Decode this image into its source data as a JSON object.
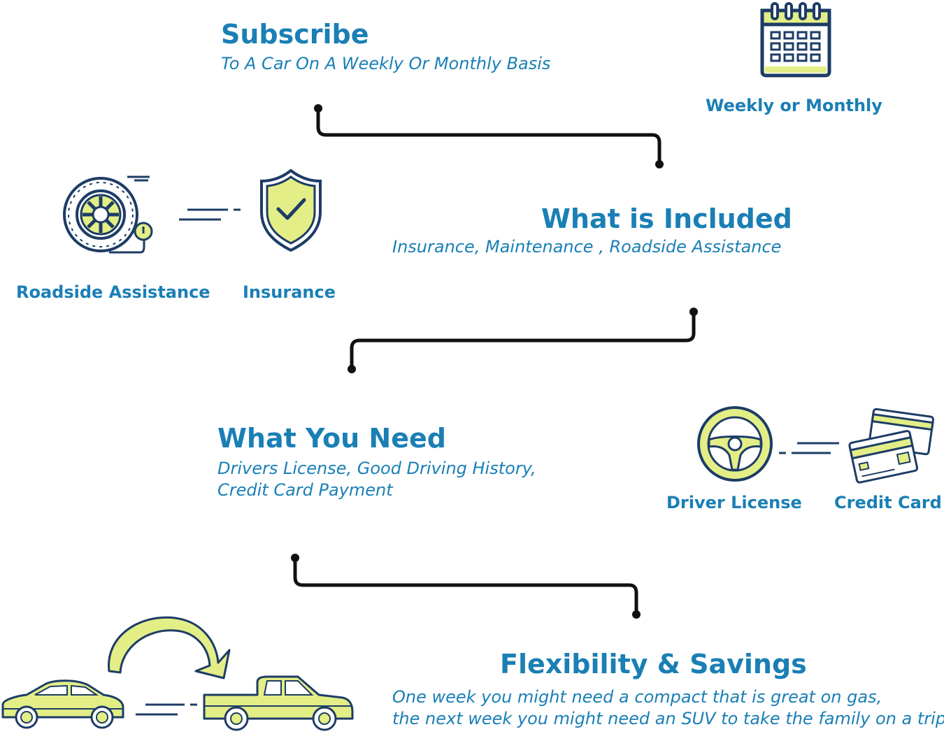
{
  "steps": {
    "subscribe": {
      "title": "Subscribe",
      "subtitle": "To A Car On A Weekly Or Monthly Basis"
    },
    "included": {
      "title": "What is Included",
      "subtitle": "Insurance, Maintenance , Roadside Assistance"
    },
    "need": {
      "title": "What You Need",
      "subtitle_line1": "Drivers License, Good Driving History,",
      "subtitle_line2": "Credit Card Payment"
    },
    "flex": {
      "title": "Flexibility & Savings",
      "subtitle_line1": "One week you might need a compact that is great on gas,",
      "subtitle_line2": "the next week you might need an SUV to take the family on a trip."
    }
  },
  "labels": {
    "weekly_monthly": "Weekly or Monthly",
    "roadside": "Roadside Assistance",
    "insurance": "Insurance",
    "driver_license": "Driver License",
    "credit_card": "Credit Card"
  },
  "icons": {
    "calendar": "calendar-icon",
    "tire": "tire-icon",
    "shield": "shield-check-icon",
    "steering": "steering-wheel-icon",
    "cards": "credit-card-icon",
    "sedan": "sedan-car-icon",
    "pickup": "pickup-truck-icon",
    "arrow": "curved-arrow-icon"
  },
  "colors": {
    "blue": "#1a7fb5",
    "navy": "#1d3c66",
    "lime": "#e3ee86",
    "connector": "#111111"
  }
}
